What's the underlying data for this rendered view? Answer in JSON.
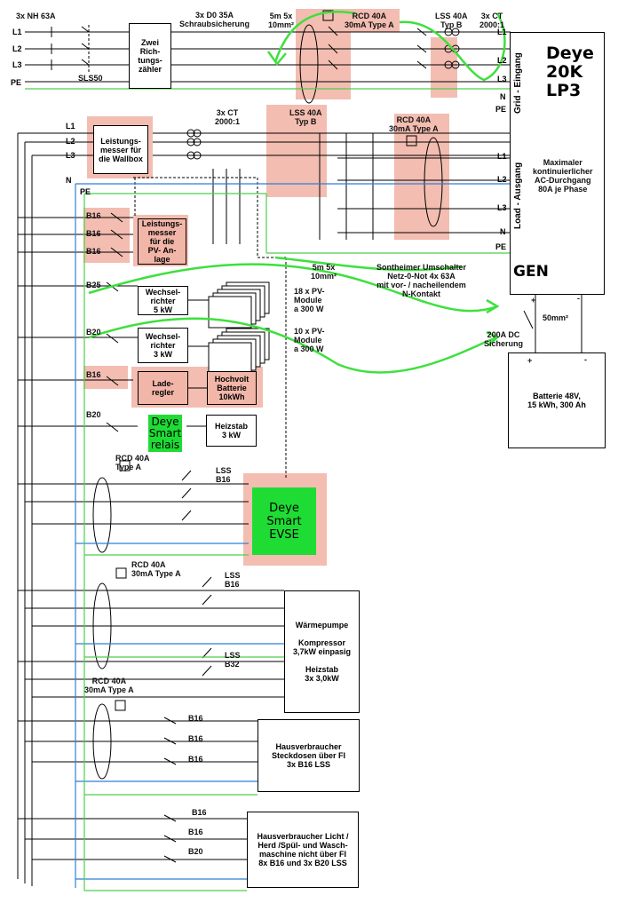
{
  "supply": {
    "main_fuse": "3x NH 63A",
    "phases": [
      "L1",
      "L2",
      "L3",
      "PE"
    ],
    "sls": "SLS50",
    "meter": "Zwei\nRich-\ntungs-\nzähler",
    "d0_fuses": "3x D0  35A\nSchraubsicherung",
    "cable_top": "5m 5x\n10mm²",
    "rcd_top": "RCD 40A\n30mA Type A",
    "lss_top": "LSS 40A\nTyp B",
    "ct_top": "3x CT\n2000:1"
  },
  "inverter": {
    "title": "Deye\n20K\nLP3",
    "grid_label": "Grid - Eingang",
    "load_label": "Load - Ausgang",
    "grid_terminals": [
      "L1",
      "L2",
      "L3",
      "N",
      "PE"
    ],
    "load_terminals": [
      "L1",
      "L2",
      "L3",
      "N",
      "PE"
    ],
    "passthrough": "Maximaler\nkontinuierlicher\nAC-Durchgang\n80A je Phase",
    "gen": "GEN",
    "dc_cable": "50mm²",
    "dc_fuse": "200A DC\nSicherung",
    "plus": "+",
    "minus": "-"
  },
  "battery": {
    "label": "Batterie 48V,\n15 kWh, 300 Ah",
    "plus": "+",
    "minus": "-"
  },
  "distribution": {
    "busbar_phases": [
      "L1",
      "L2",
      "L3",
      "N",
      "PE"
    ],
    "wallbox_meter": "Leistungs-\nmesser für\ndie Wallbox",
    "ct_mid": "3x CT\n2000:1",
    "lss_mid": "LSS 40A\nTyp B",
    "rcd_mid": "RCD 40A\n30mA Type A",
    "cable_mid": "5m 5x\n10mm²",
    "changeover": "Sontheimer Umschalter\nNetz-0-Not    4x 63A\nmit vor- / nacheilendem\nN-Kontakt",
    "pv_fuses": [
      "B16",
      "B16",
      "B16"
    ],
    "pv_meter": "Leistungs-\nmesser\nfür die\nPV- An-\nlage",
    "b25": "B25",
    "inv1": "Wechsel-\nrichter\n5 kW",
    "inv1_modules": "18 x PV-\nModule\na 300 W",
    "b20a": "B20",
    "inv2": "Wechsel-\nrichter\n3 kW",
    "inv2_modules": "10 x PV-\nModule\na 300 W",
    "b16c": "B16",
    "charger": "Lade-\nregler",
    "hv_battery": "Hochvolt\nBatterie\n10kWh",
    "b20b": "B20",
    "smart_relay": "Deye\nSmart\nrelais",
    "heater": "Heizstab\n3 kW"
  },
  "evse_group": {
    "rcd": "RCD 40A\nType A",
    "lss": "LSS\nB16",
    "evse": "Deye\nSmart\nEVSE"
  },
  "heatpump_group": {
    "rcd": "RCD 40A\n30mA Type A",
    "lss1": "LSS\nB16",
    "lss2": "LSS\nB32",
    "box": "Wärmepumpe\n\nKompressor\n3,7kW einpasig\n\nHeizstab\n3x 3,0kW"
  },
  "socket_group": {
    "rcd": "RCD 40A\n30mA Type A",
    "fuses": [
      "B16",
      "B16",
      "B16"
    ],
    "box": "Hausverbraucher\nSteckdosen über FI\n3x B16 LSS"
  },
  "light_group": {
    "fuses": [
      "B16",
      "B16",
      "B20"
    ],
    "box": "Hausverbraucher Licht /\nHerd /Spül- und Wasch-\nmaschine nicht über FI\n8x B16 und 3x B20 LSS"
  },
  "colors": {
    "highlight": "#f2b6a8",
    "green": "#1fdc35",
    "annotation": "#3de03d",
    "neutral": "#2f7fd6",
    "earth": "#4ccf4c"
  }
}
